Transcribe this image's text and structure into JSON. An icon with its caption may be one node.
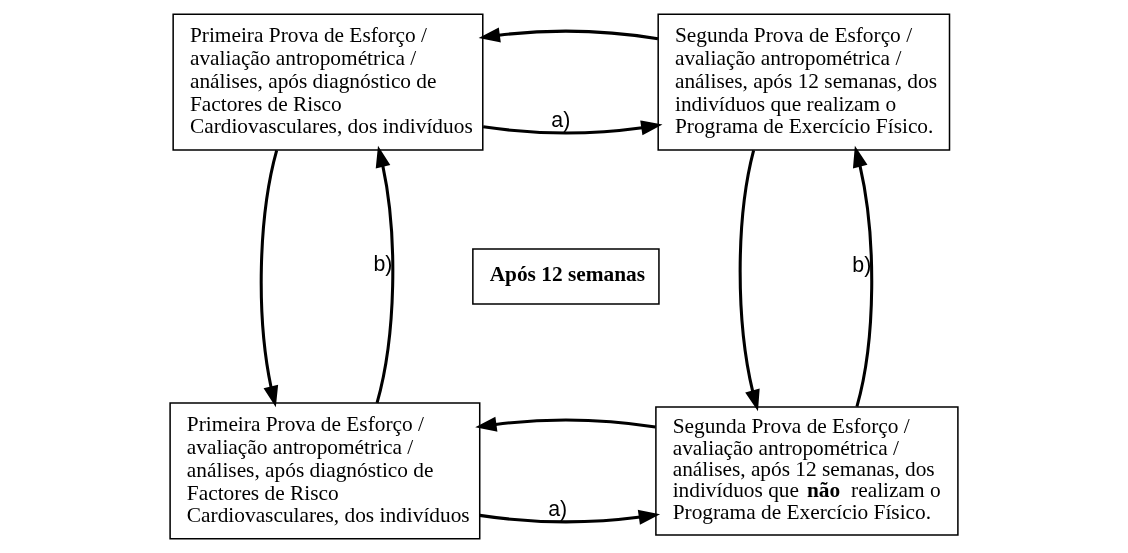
{
  "diagram": {
    "nodes": [
      {
        "text": [
          "Primeira Prova de Esforço / avaliação antropométrica / análises, após diagnóstico de Factores de Risco Cardiovasculares, dos indivíduos"
        ]
      },
      {
        "text": [
          "Segunda Prova de Esforço / avaliação antropométrica / análises, após 12 semanas, dos indivíduos que realizam o Programa de Exercício Físico."
        ]
      },
      {
        "text": [
          "Após 12 semanas"
        ]
      },
      {
        "text": [
          "Primeira Prova de Esforço / avaliação antropométrica / análises, após diagnóstico de Factores de Risco Cardiovasculares, dos indivíduos"
        ]
      },
      {
        "text": [
          "Segunda Prova de Esforço / avaliação antropométrica / análises, após 12 semanas, dos indivíduos que **não** realizam o Programa de Exercício Físico."
        ]
      }
    ],
    "edges": [
      {
        "from": 0,
        "to": 1,
        "arrow": "to",
        "label": "a)"
      },
      {
        "from": 1,
        "to": 0,
        "arrow": "to"
      },
      {
        "from": 0,
        "to": 3,
        "arrow": "to"
      },
      {
        "from": 3,
        "to": 0,
        "arrow": "to",
        "label": "b)"
      },
      {
        "from": 1,
        "to": 4,
        "arrow": "to"
      },
      {
        "from": 4,
        "to": 1,
        "arrow": "to",
        "label": "b)"
      },
      {
        "from": 3,
        "to": 4,
        "arrow": "to",
        "label": "a)"
      },
      {
        "from": 4,
        "to": 3,
        "arrow": "to"
      }
    ]
  }
}
